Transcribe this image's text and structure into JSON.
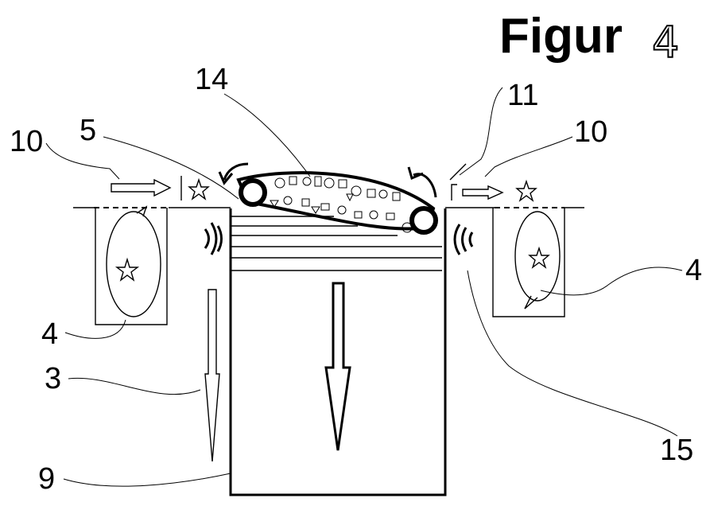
{
  "figure": {
    "title_main": "Figur",
    "title_number": "4"
  },
  "labels": {
    "l14": "14",
    "l11": "11",
    "l5": "5",
    "l10_left": "10",
    "l10_right": "10",
    "l4_left": "4",
    "l4_right": "4",
    "l3": "3",
    "l9": "9",
    "l15": "15"
  }
}
